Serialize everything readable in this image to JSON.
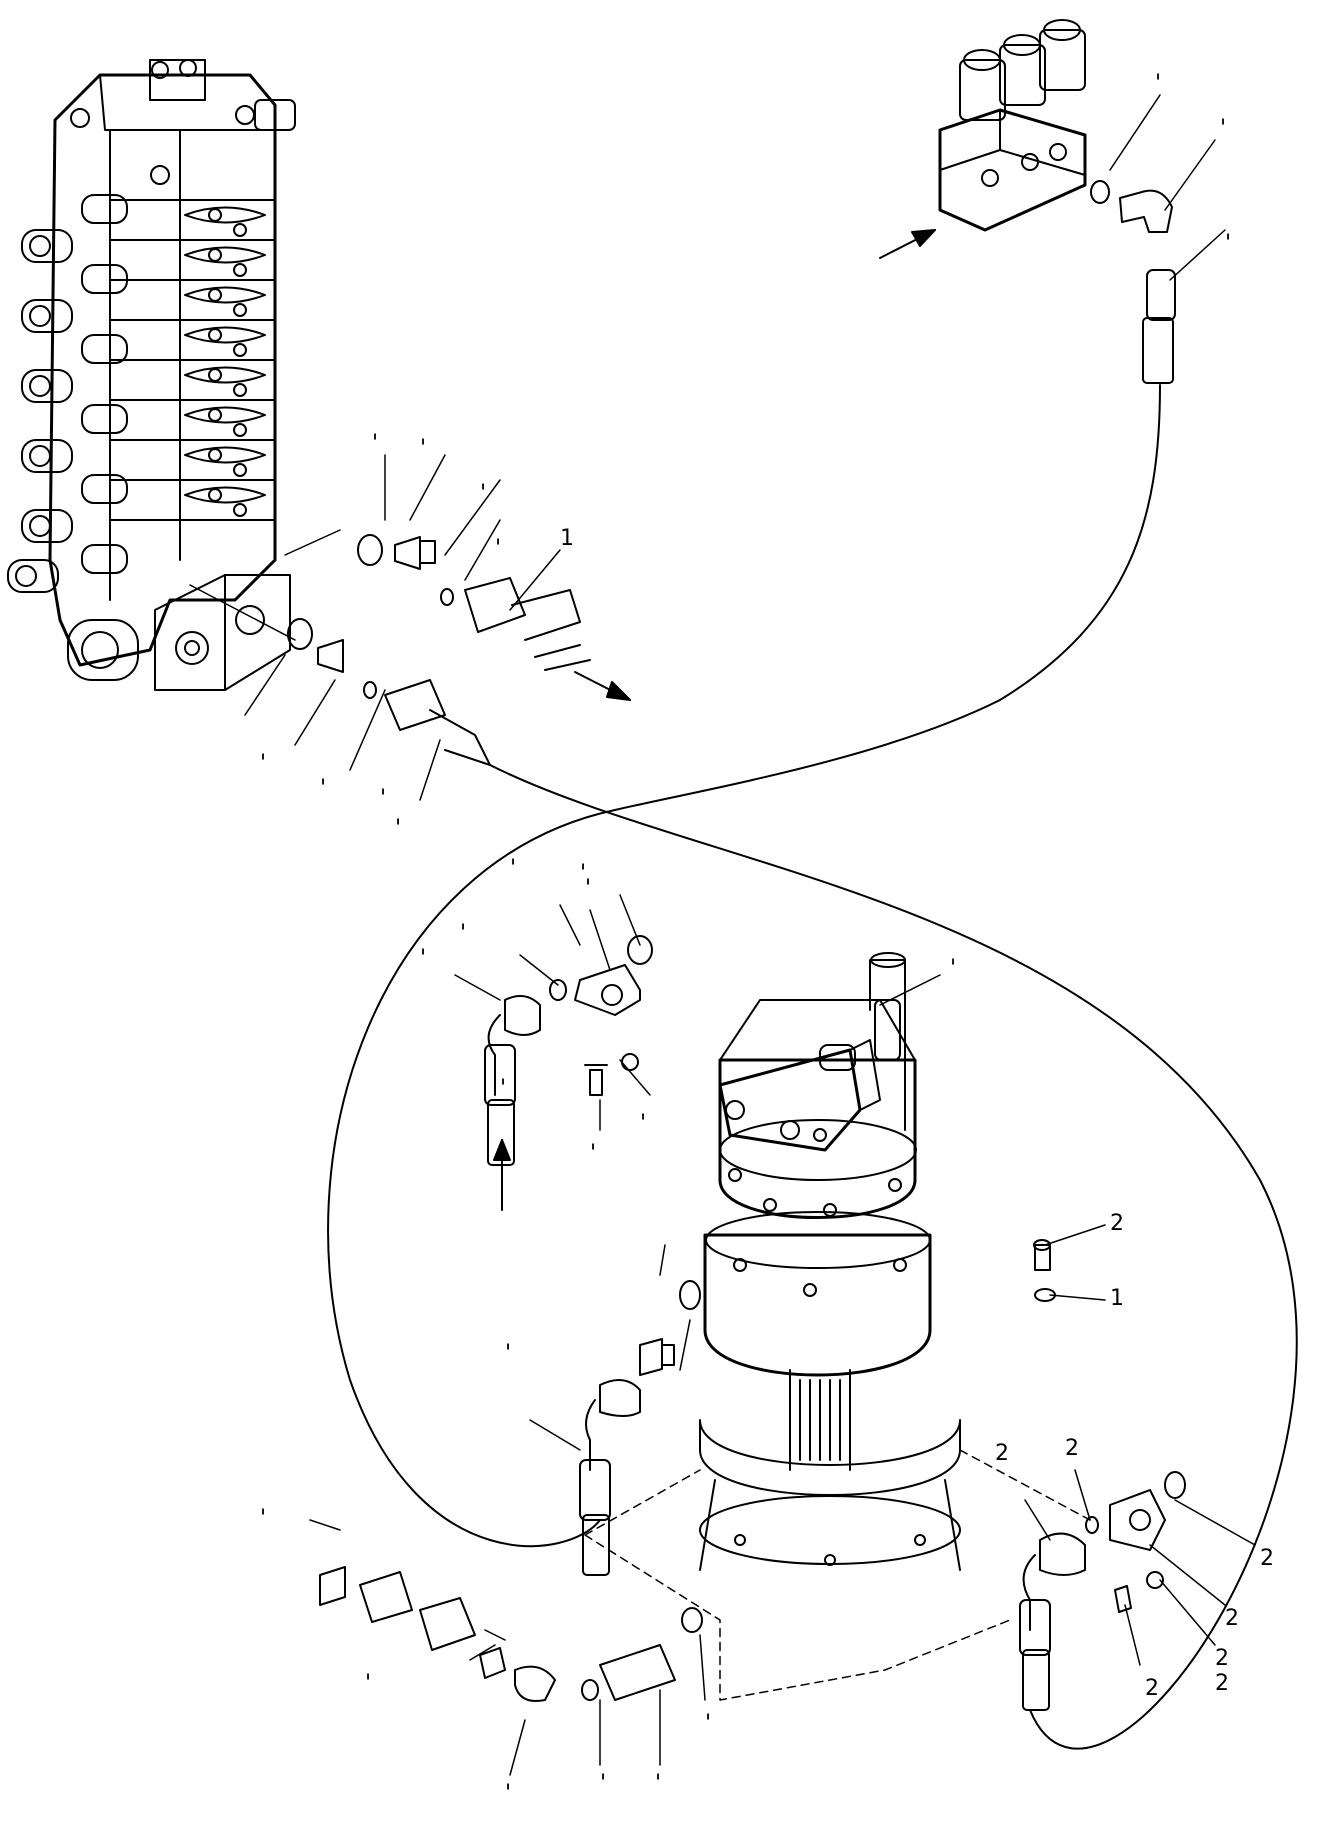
{
  "labels": [
    "'",
    "'",
    "'",
    "1",
    "'",
    "'",
    "'",
    "'",
    "'",
    "'",
    "'",
    "'",
    "'",
    "'",
    "'",
    "'",
    "'",
    "'",
    "'",
    "'",
    "2",
    "1",
    "2",
    "2",
    "2",
    "2",
    "2",
    "2",
    "2",
    "'",
    "'",
    "'",
    "'",
    "'",
    "'",
    "'",
    "'"
  ],
  "colors": {
    "line": "#000000",
    "paper": "#ffffff"
  }
}
